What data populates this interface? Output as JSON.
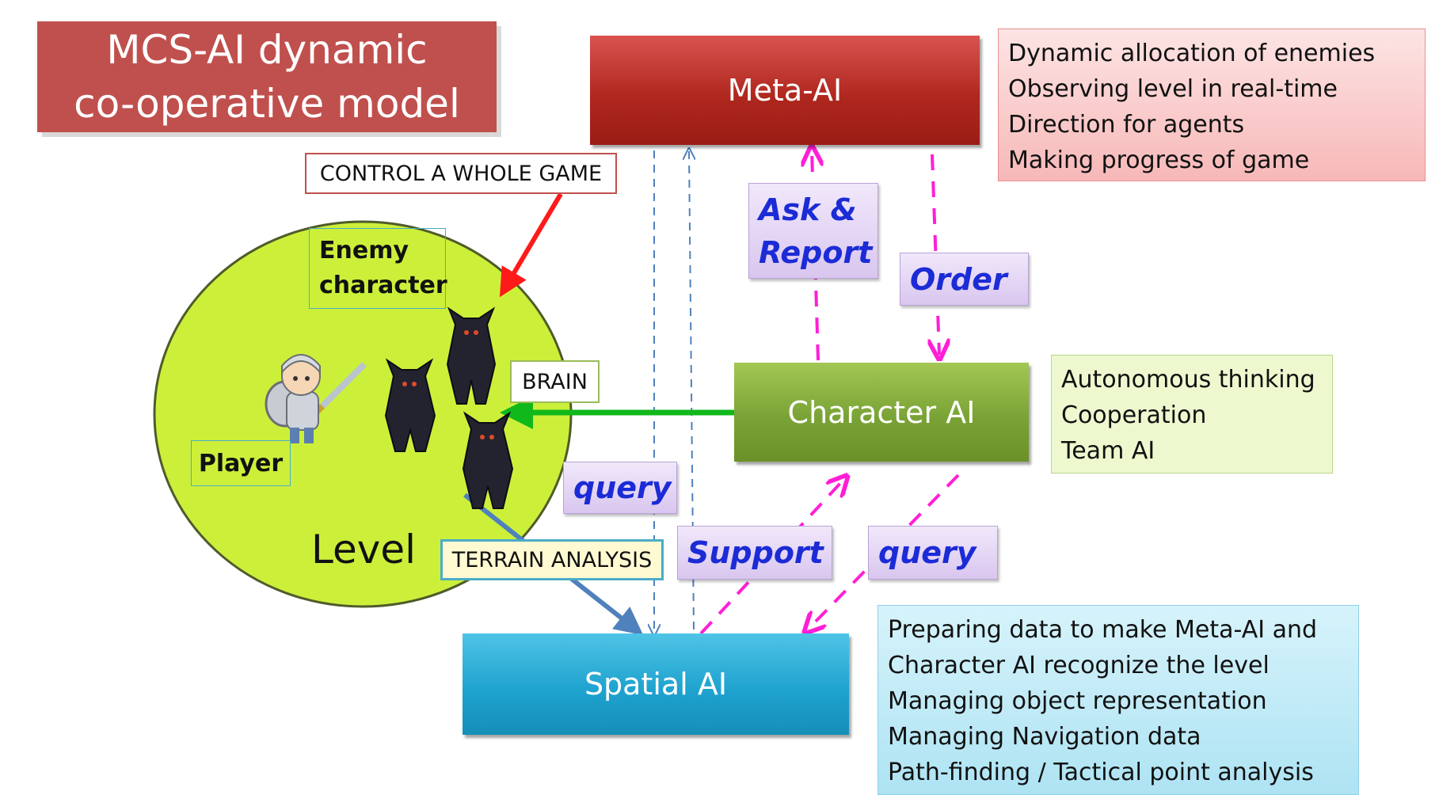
{
  "title": {
    "line1": "MCS-AI dynamic",
    "line2": "co-operative model"
  },
  "blocks": {
    "meta_ai": "Meta-AI",
    "character_ai": "Character AI",
    "spatial_ai": "Spatial AI"
  },
  "meta_info": [
    "Dynamic allocation of enemies",
    "Observing level in real-time",
    "Direction for agents",
    "Making progress of game"
  ],
  "character_info": [
    "Autonomous thinking",
    "Cooperation",
    "Team AI"
  ],
  "spatial_info": [
    "Preparing data to make Meta-AI and",
    "Character AI recognize the level",
    "Managing object representation",
    "Managing Navigation data",
    "Path-finding / Tactical point analysis"
  ],
  "labels": {
    "control": "CONTROL A WHOLE GAME",
    "brain": "BRAIN",
    "terrain": "TERRAIN ANALYSIS",
    "enemy_line1": "Enemy",
    "enemy_line2": "character",
    "player": "Player",
    "level": "Level"
  },
  "arrow_labels": {
    "ask_line1": "Ask &",
    "ask_line2": "Report",
    "order": "Order",
    "query_left": "query",
    "support": "Support",
    "query_right": "query"
  },
  "icons": [
    "player-knight-icon",
    "enemy-monster-icon"
  ],
  "colors": {
    "meta": "#c0504d",
    "character": "#7aa336",
    "spatial": "#1fa3cf",
    "level": "#ccf03a",
    "arrow_magenta": "#ff1fd6",
    "arrow_red": "#ff1a1a",
    "arrow_green": "#11b81b",
    "arrow_blue": "#4f81bd"
  }
}
